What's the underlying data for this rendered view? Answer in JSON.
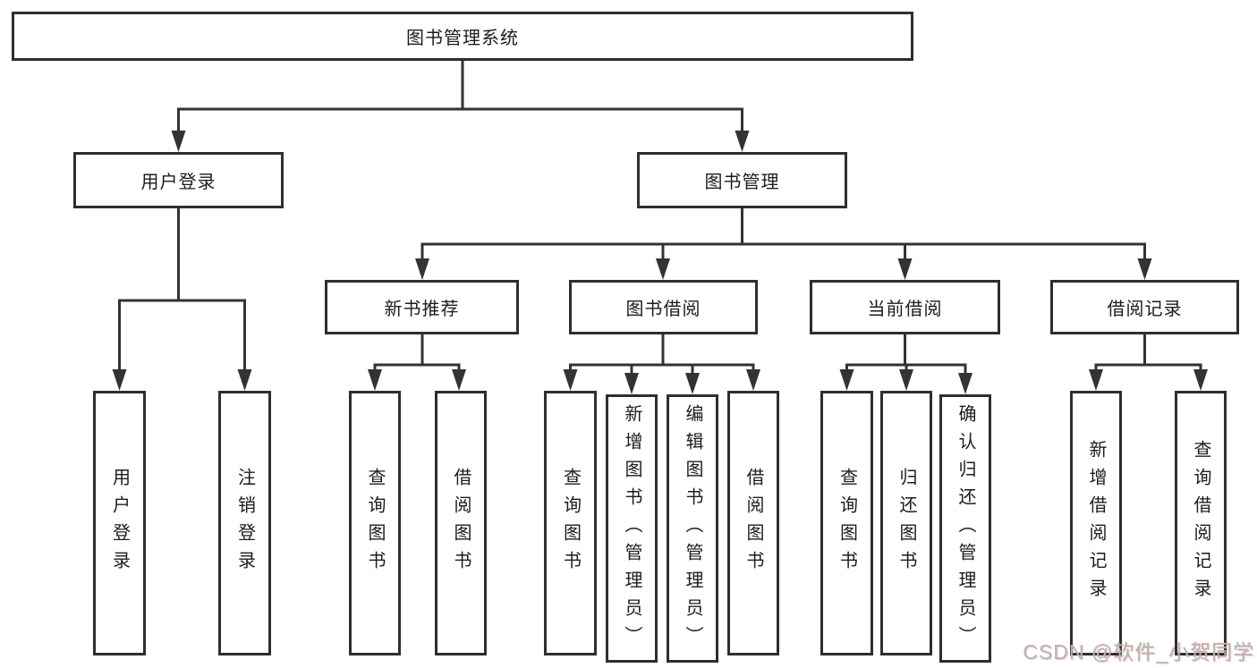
{
  "diagram": {
    "root": "图书管理系统",
    "branches": {
      "user_login": "用户登录",
      "book_mgmt": "图书管理"
    },
    "modules": {
      "new_book": "新书推荐",
      "book_borrow": "图书借阅",
      "current_borrow": "当前借阅",
      "borrow_records": "借阅记录"
    },
    "leaves": {
      "login": "用户登录",
      "logout": "注销登录",
      "nb_query": "查询图书",
      "nb_borrow": "借阅图书",
      "bb_query": "查询图书",
      "bb_add": "新增图书（管理员）",
      "bb_edit": "编辑图书（管理员）",
      "bb_borrow": "借阅图书",
      "cb_query": "查询图书",
      "cb_return": "归还图书",
      "cb_confirm": "确认归还（管理员）",
      "br_add": "新增借阅记录",
      "br_query": "查询借阅记录"
    },
    "watermark": "CSDN @软件_小贺同学",
    "colors": {
      "line": "#333333",
      "box_border": "#2e2e2e",
      "text": "#1c1c1c",
      "watermark": "#b5b5b5",
      "watermark_accent": "#e76e6e"
    }
  }
}
